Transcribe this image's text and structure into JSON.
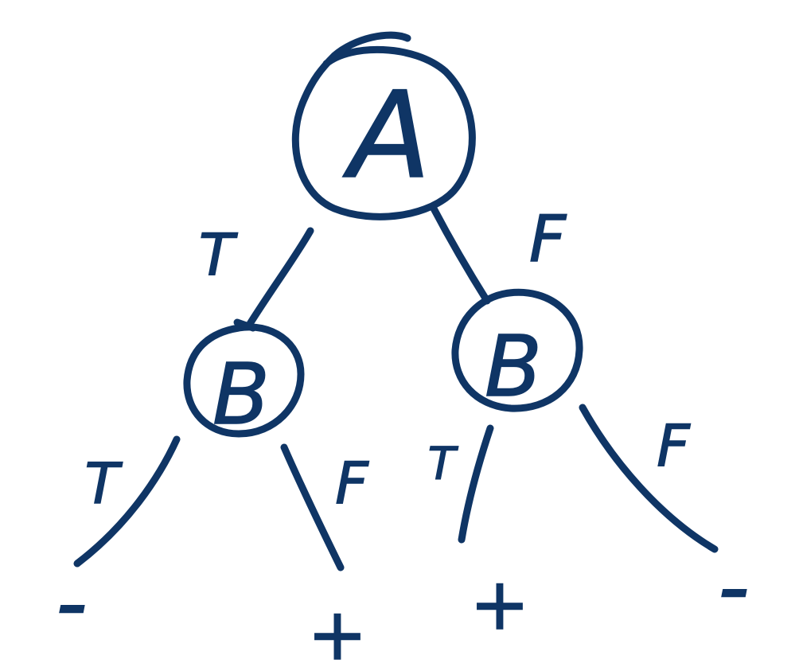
{
  "ink_color": "#0f3565",
  "background": "#ffffff",
  "nodes": {
    "root": {
      "label": "A"
    },
    "left": {
      "label": "B"
    },
    "right": {
      "label": "B"
    }
  },
  "edges": {
    "root_left": {
      "label": "T"
    },
    "root_right": {
      "label": "F"
    },
    "left_left": {
      "label": "T"
    },
    "left_right": {
      "label": "F"
    },
    "right_left": {
      "label": "T"
    },
    "right_right": {
      "label": "F"
    }
  },
  "leaves": [
    {
      "label": "-"
    },
    {
      "label": "+"
    },
    {
      "label": "+"
    },
    {
      "label": "-"
    }
  ]
}
